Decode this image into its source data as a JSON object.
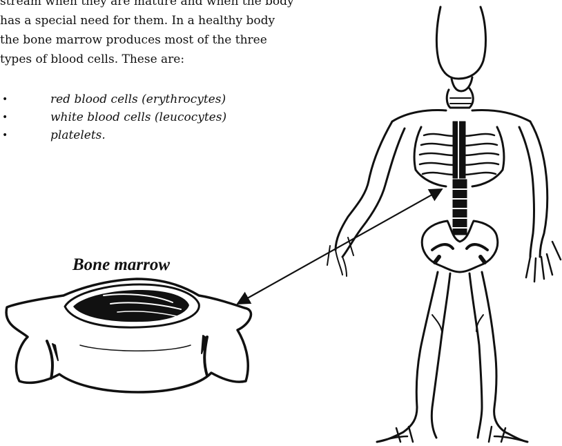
{
  "intro_lines": [
    "stream when they are mature and when the body",
    "has a special need for them. In a healthy body",
    "the bone marrow produces most of the three",
    "types of blood cells. These are:"
  ],
  "bullet_items": [
    "red blood cells (erythrocytes)",
    "white blood cells (leucocytes)",
    "platelets."
  ],
  "caption": "Bone marrow",
  "bullet_glyph": "•"
}
